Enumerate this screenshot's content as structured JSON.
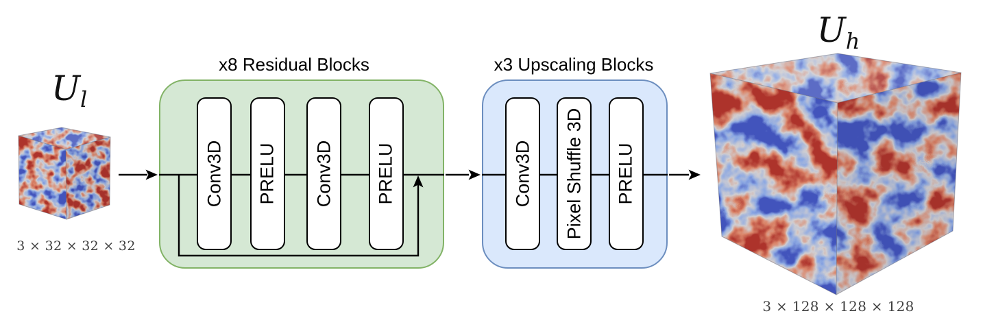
{
  "figure": {
    "input_cube": {
      "symbol": "U",
      "subscript": "l",
      "dimensions": "3 × 32 × 32 × 32"
    },
    "output_cube": {
      "symbol": "U",
      "subscript": "h",
      "dimensions": "3 × 128 × 128 × 128"
    },
    "groups": [
      {
        "id": "residual",
        "title": "x8 Residual Blocks",
        "fill": "#d5e8d4",
        "border": "#82b366",
        "layers": [
          "Conv3D",
          "PRELU",
          "Conv3D",
          "PRELU"
        ]
      },
      {
        "id": "upscaling",
        "title": "x3 Upscaling Blocks",
        "fill": "#dae8fc",
        "border": "#6c8ebf",
        "layers": [
          "Conv3D",
          "Pixel Shuffle 3D",
          "PRELU"
        ]
      }
    ],
    "volume_colormap": {
      "low": "#3b4cc0",
      "mid": "#d1d2d4",
      "high": "#b04030"
    }
  }
}
